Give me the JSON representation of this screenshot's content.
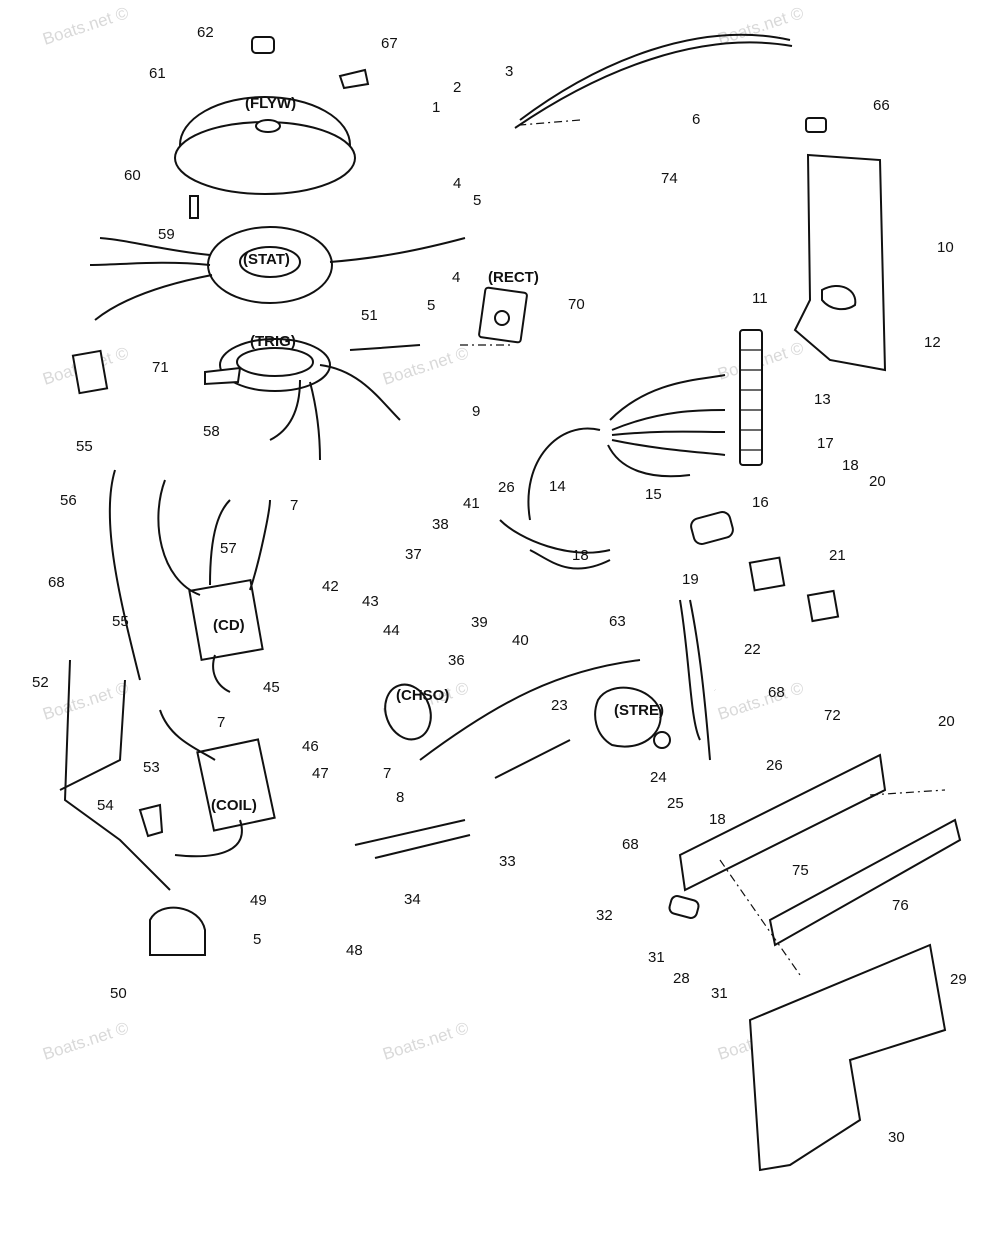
{
  "watermark": "Boats.net ©",
  "component_labels": [
    "(FLYW)",
    "(STAT)",
    "(TRIG)",
    "(RECT)",
    "(CD)",
    "(COIL)",
    "(CHSO)",
    "(STRE)"
  ],
  "callouts": [
    "62",
    "67",
    "61",
    "1",
    "2",
    "3",
    "6",
    "66",
    "4",
    "5",
    "74",
    "60",
    "59",
    "10",
    "4",
    "(RECT)",
    "70",
    "11",
    "12",
    "5",
    "51",
    "71",
    "9",
    "13",
    "58",
    "17",
    "18",
    "20",
    "55",
    "14",
    "15",
    "16",
    "26",
    "56",
    "7",
    "41",
    "57",
    "38",
    "18",
    "37",
    "19",
    "21",
    "68",
    "42",
    "43",
    "39",
    "40",
    "55",
    "44",
    "63",
    "22",
    "36",
    "52",
    "45",
    "68",
    "23",
    "72",
    "7",
    "20",
    "46",
    "53",
    "24",
    "26",
    "47",
    "7",
    "8",
    "25",
    "18",
    "54",
    "33",
    "68",
    "75",
    "49",
    "32",
    "76",
    "34",
    "31",
    "28",
    "29",
    "5",
    "48",
    "31",
    "50",
    "30"
  ],
  "colors": {
    "line": "#111111",
    "background": "#ffffff",
    "watermark": "#d9d9d9"
  }
}
